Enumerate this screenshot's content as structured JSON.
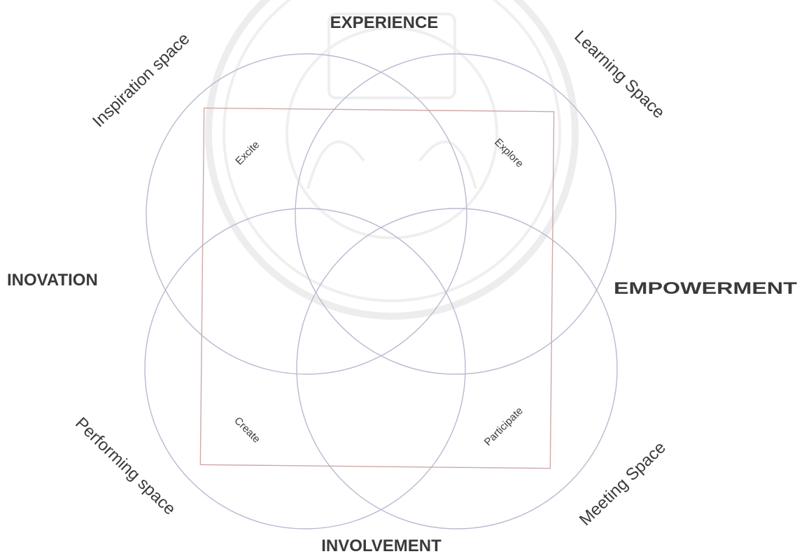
{
  "dimensions": {
    "top": "EXPERIENCE",
    "left": "INOVATION",
    "right": "EMPOWERMENT",
    "bottom": "INVOLVEMENT"
  },
  "spaces": {
    "inspiration": "Inspiration space",
    "learning": "Learning Space",
    "performing": "Performing space",
    "meeting": "Meeting Space"
  },
  "quadrants": {
    "excite": "Excite",
    "explore": "Explore",
    "create": "Create",
    "participate": "Participate"
  },
  "colors": {
    "circle_stroke": "#b9b9d2",
    "frame_stroke": "#cfa8a8",
    "text": "#3a3a3a",
    "watermark": "#ededed"
  }
}
